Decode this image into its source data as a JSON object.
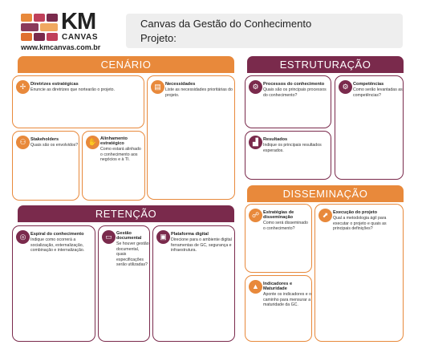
{
  "logo": {
    "brand": "KM",
    "sub": "CANVAS",
    "url": "www.kmcanvas.com.br",
    "colors": [
      "#e8893b",
      "#7a2a4c",
      "#c0405a",
      "#f0a860",
      "#8a3a5a",
      "#e07030"
    ]
  },
  "header": {
    "title": "Canvas da Gestão do Conhecimento",
    "project_label": "Projeto:"
  },
  "sections": {
    "cenario": "CENÁRIO",
    "estruturacao": "ESTRUTURAÇÃO",
    "retencao": "RETENÇÃO",
    "disseminacao": "DISSEMINAÇÃO"
  },
  "cards": {
    "diretrizes": {
      "title": "Diretrizes estratégicas",
      "desc": "Enuncie as diretrizes que nortearão o projeto.",
      "icon": "compass-icon"
    },
    "necessidades": {
      "title": "Necessidades",
      "desc": "Liste as necessidades prioritárias do projeto.",
      "icon": "clipboard-icon"
    },
    "stakeholders": {
      "title": "Stakeholders",
      "desc": "Quais são os envolvidos?",
      "icon": "people-icon"
    },
    "alinhamento": {
      "title": "Alinhamento estratégico",
      "desc": "Como estará alinhado o conhecimento aos negócios e à TI.",
      "icon": "handshake-icon"
    },
    "processos": {
      "title": "Processos do conhecimento",
      "desc": "Quais são os principais processos do conhecimento?",
      "icon": "gears-icon"
    },
    "competencias": {
      "title": "Competências",
      "desc": "Como serão levantadas as competências?",
      "icon": "person-gear-icon"
    },
    "resultados": {
      "title": "Resultados",
      "desc": "Indique os principais resultados esperados.",
      "icon": "chart-icon"
    },
    "estrategias": {
      "title": "Estratégias de disseminação",
      "desc": "Como será disseminado o conhecimento?",
      "icon": "share-icon"
    },
    "execucao": {
      "title": "Execução do projeto",
      "desc": "Qual a metodologia ágil para executar o projeto e quais as principais definições?",
      "icon": "rocket-icon"
    },
    "indicadores": {
      "title": "Indicadores e Maturidade",
      "desc": "Aponte os indicadores e o caminho para mensurar a maturidade da GC.",
      "icon": "pyramid-icon"
    },
    "espiral": {
      "title": "Espiral do conhecimento",
      "desc": "Indique como ocorrerá a socialização, externalização, combinação e internalização.",
      "icon": "spiral-icon"
    },
    "gestao": {
      "title": "Gestão documental",
      "desc": "Se houver gestão documental, quais especificações serão utilizadas?",
      "icon": "document-icon"
    },
    "plataforma": {
      "title": "Plataforma digital",
      "desc": "Direcione para o ambiente digital ferramentas de GC, segurança e infraestrutura.",
      "icon": "monitor-icon"
    }
  }
}
